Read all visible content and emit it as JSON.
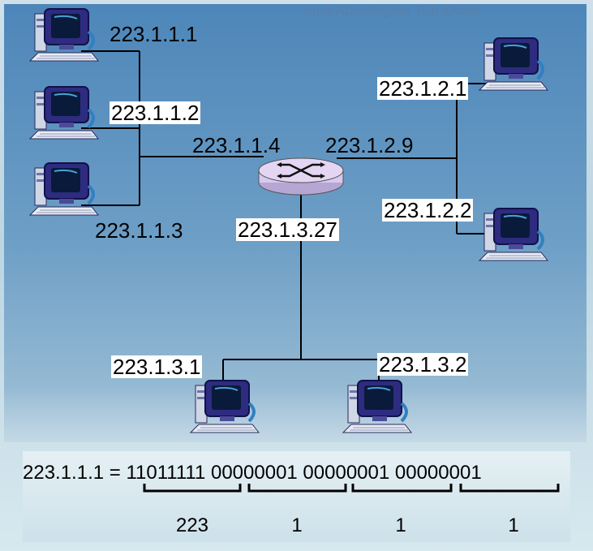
{
  "watermark": "uma Abordagem Top-Down",
  "labels": {
    "h1": "223.1.1.1",
    "h2": "223.1.1.2",
    "h3": "223.1.1.3",
    "r_left": "223.1.1.4",
    "r_right": "223.1.2.9",
    "r_bottom": "223.1.3.27",
    "h4": "223.1.2.1",
    "h5": "223.1.2.2",
    "h6": "223.1.3.1",
    "h7": "223.1.3.2"
  },
  "binary": {
    "line": "223.1.1.1 = 11011111 00000001 00000001 00000001",
    "decimals": [
      "223",
      "1",
      "1",
      "1"
    ]
  },
  "colors": {
    "router_fill": "#e4d6f3",
    "link": "#000000",
    "panel_top": "#4d86b9",
    "monitor_screen": "#0a1a3a"
  },
  "icons": {
    "host": "desktop-computer-icon",
    "router": "router-icon"
  }
}
